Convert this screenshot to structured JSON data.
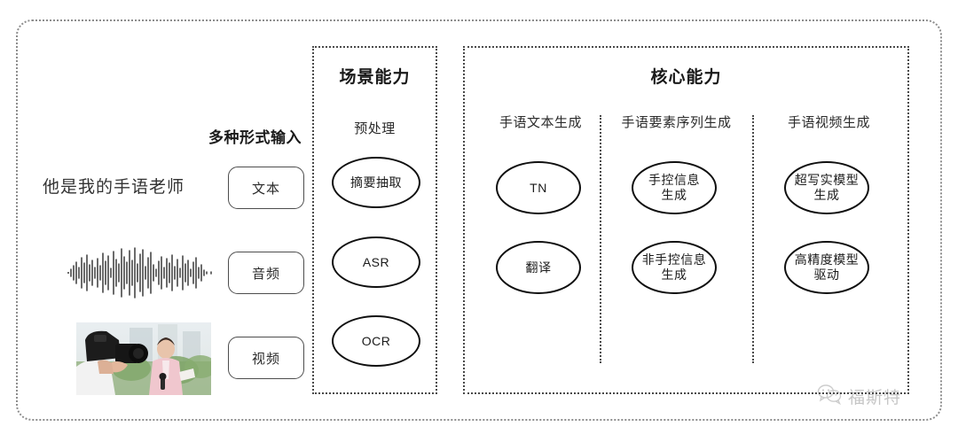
{
  "diagram": {
    "input_section": {
      "heading": "多种形式输入",
      "sample_sentence": "他是我的手语老师",
      "modalities": [
        {
          "label": "文本",
          "icon": "text-sample-icon"
        },
        {
          "label": "音频",
          "icon": "audio-waveform-icon"
        },
        {
          "label": "视频",
          "icon": "video-thumbnail-icon"
        }
      ]
    },
    "scene_panel": {
      "title": "场景能力",
      "subgroup": "预处理",
      "nodes": [
        "摘要抽取",
        "ASR",
        "OCR"
      ]
    },
    "core_panel": {
      "title": "核心能力",
      "columns": [
        {
          "label": "手语文本生成",
          "nodes": [
            "TN",
            "翻译"
          ]
        },
        {
          "label": "手语要素序列生成",
          "nodes": [
            "手控信息\n生成",
            "非手控信息\n生成"
          ]
        },
        {
          "label": "手语视频生成",
          "nodes": [
            "超写实模型\n生成",
            "高精度模型\n驱动"
          ]
        }
      ]
    },
    "watermark": {
      "text": "福斯特",
      "icon": "wechat-icon"
    },
    "colors": {
      "outer_border": "#8d8d8d",
      "panel_border": "#4a4a4a",
      "node_border": "#0f0f0f",
      "text": "#1a1a1a",
      "background": "#ffffff"
    }
  }
}
